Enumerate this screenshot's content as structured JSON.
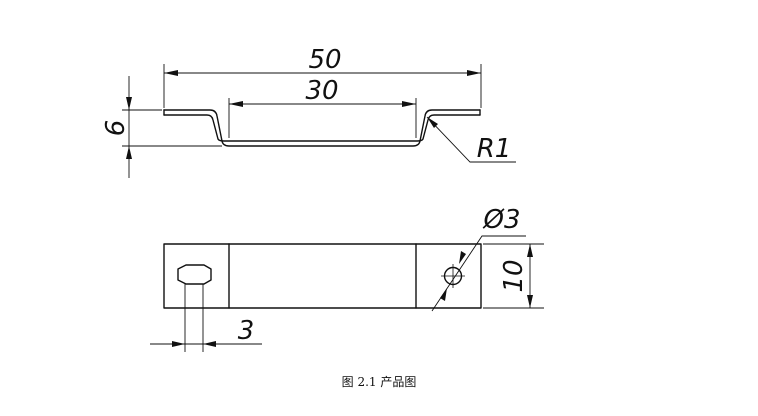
{
  "dimensions": {
    "overall_length": "50",
    "inner_length": "30",
    "height": "6",
    "bend_radius": "R1",
    "hole_diameter": "Ø3",
    "width": "10",
    "slot_width": "3"
  },
  "caption": "图 2.1  产品图"
}
